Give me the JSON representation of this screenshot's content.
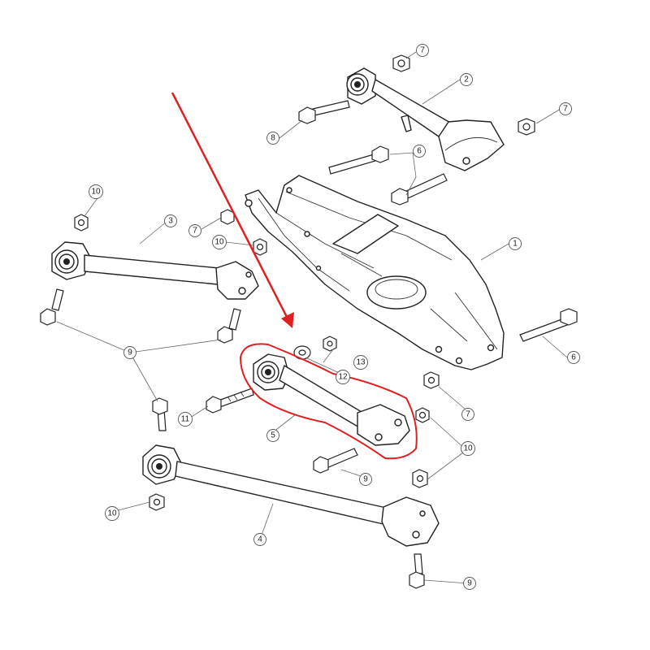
{
  "callouts": [
    {
      "id": "c1",
      "label": "1"
    },
    {
      "id": "c2",
      "label": "2"
    },
    {
      "id": "c3",
      "label": "3"
    },
    {
      "id": "c4",
      "label": "4"
    },
    {
      "id": "c5",
      "label": "5"
    },
    {
      "id": "c6a",
      "label": "6"
    },
    {
      "id": "c6b",
      "label": "6"
    },
    {
      "id": "c7a",
      "label": "7"
    },
    {
      "id": "c7b",
      "label": "7"
    },
    {
      "id": "c7c",
      "label": "7"
    },
    {
      "id": "c7d",
      "label": "7"
    },
    {
      "id": "c8",
      "label": "8"
    },
    {
      "id": "c9a",
      "label": "9"
    },
    {
      "id": "c9b",
      "label": "9"
    },
    {
      "id": "c9c",
      "label": "9"
    },
    {
      "id": "c10a",
      "label": "10"
    },
    {
      "id": "c10b",
      "label": "10"
    },
    {
      "id": "c10c",
      "label": "10"
    },
    {
      "id": "c10d",
      "label": "10"
    },
    {
      "id": "c11",
      "label": "11"
    },
    {
      "id": "c12",
      "label": "12"
    },
    {
      "id": "c13",
      "label": "13"
    }
  ],
  "colors": {
    "annotation": "#e02020",
    "line": "#222222"
  }
}
